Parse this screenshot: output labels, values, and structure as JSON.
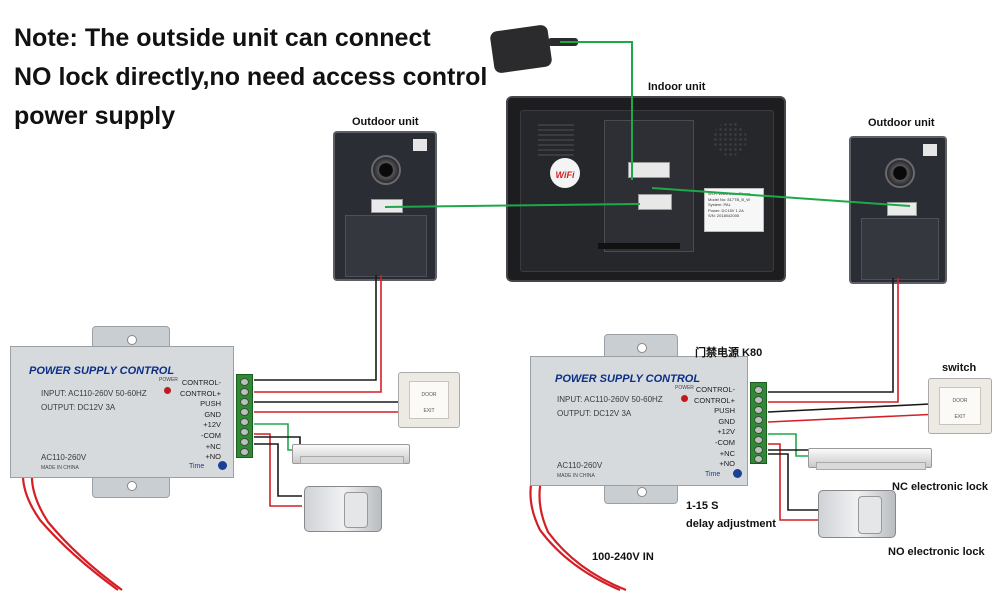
{
  "note": {
    "line1": "Note: The outside unit can connect",
    "line2": "NO lock directly,no need access control",
    "line3": "power supply"
  },
  "labels": {
    "indoor_unit": "Indoor unit",
    "outdoor_unit_left": "Outdoor unit",
    "outdoor_unit_right": "Outdoor unit",
    "chinese_label": "门禁电源 K80",
    "switch": "switch",
    "nc_lock": "NC electronic lock",
    "no_lock": "NO electronic lock",
    "delay_line1": "1-15 S",
    "delay_line2": "delay adjustment",
    "voltage_in": "100-240V IN"
  },
  "psu": {
    "title": "POWER SUPPLY CONTROL",
    "input": "INPUT: AC110-260V 50-60HZ",
    "output": "OUTPUT: DC12V  3A",
    "ac": "AC110-260V",
    "made_in": "MADE IN CHINA",
    "power_led": "POWER",
    "time": "Time",
    "terminals": [
      "CONTROL-",
      "CONTROL+",
      "PUSH",
      "GND",
      "+12V",
      "-COM",
      "+NC",
      "+NO"
    ]
  },
  "indoor_panel": {
    "wifi": "WiFi",
    "sticker_line1": "Wi-Fi video Door Phone",
    "sticker_line2": "Model No: 817TB_B_W",
    "sticker_line3": "System: PAL",
    "sticker_line4": "Power: DC15V 1.2A",
    "sticker_line5": "S/N: 2018042005"
  },
  "exit_button": {
    "top": "DOOR",
    "bottom": "EXIT"
  },
  "colors": {
    "wire_green": "#1ea84a",
    "wire_red": "#d41f26",
    "wire_black": "#1a1a1a",
    "psu_title": "#0b2f86"
  }
}
